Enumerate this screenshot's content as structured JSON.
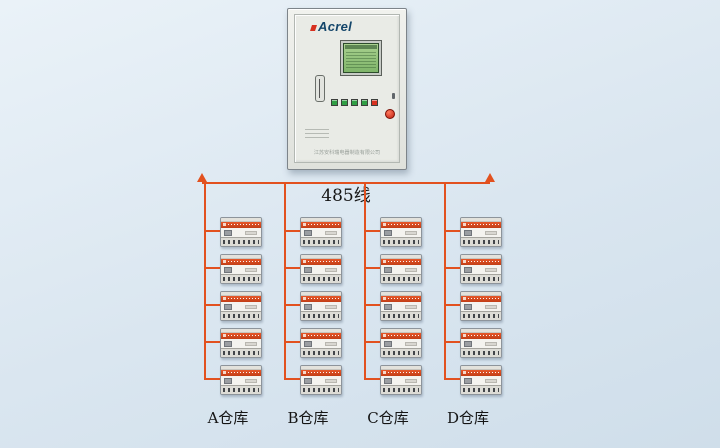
{
  "bus": {
    "label": "485线"
  },
  "cabinet": {
    "brand": "Acrel",
    "footer_text": "江苏安科瑞电器制造有限公司",
    "buttons": [
      "#2f9e44",
      "#2f9e44",
      "#2f9e44",
      "#2f9e44",
      "#d7301f"
    ]
  },
  "colors": {
    "line": "#e2511f",
    "logo": "#14466b",
    "screen": "#7fb56a",
    "background": "#dce7f0"
  },
  "columns": [
    {
      "id": "A",
      "label": "A仓库",
      "devices": 5
    },
    {
      "id": "B",
      "label": "B仓库",
      "devices": 5
    },
    {
      "id": "C",
      "label": "C仓库",
      "devices": 5
    },
    {
      "id": "D",
      "label": "D仓库",
      "devices": 5
    }
  ]
}
